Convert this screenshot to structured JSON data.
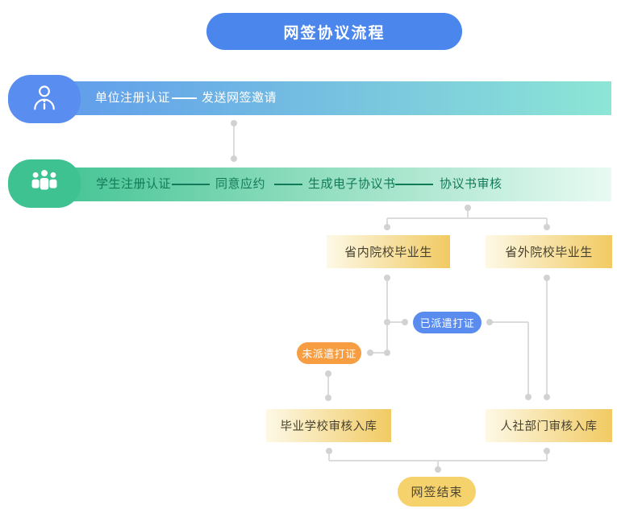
{
  "title": {
    "label": "网签协议流程"
  },
  "rows": [
    {
      "name": "unit-row",
      "icon": "person-icon",
      "steps": [
        {
          "label": "单位注册认证"
        },
        {
          "label": "发送网签邀请"
        }
      ]
    },
    {
      "name": "student-row",
      "icon": "group-icon",
      "steps": [
        {
          "label": "学生注册认证"
        },
        {
          "label": "同意应约"
        },
        {
          "label": "生成电子协议书"
        },
        {
          "label": "协议书审核"
        }
      ]
    }
  ],
  "branches": {
    "in_province": {
      "label": "省内院校毕业生"
    },
    "out_province": {
      "label": "省外院校毕业生"
    }
  },
  "status": {
    "dispatched": {
      "label": "已派遣打证"
    },
    "not_dispatched": {
      "label": "未派遣打证"
    }
  },
  "review": {
    "school": {
      "label": "毕业学校审核入库"
    },
    "hr": {
      "label": "人社部门审核入库"
    }
  },
  "end": {
    "label": "网签结束"
  },
  "colors": {
    "title_blue": "#4A86EC",
    "tab_blue": "#5A8DF0",
    "bar_blue_gradient": [
      "#5F9BEC",
      "#8CE6D5"
    ],
    "tab_green": "#3FC291",
    "bar_green_gradient": [
      "#41C392",
      "#E8FAF2"
    ],
    "green_bar_text": "#127A59",
    "gold_box_gradient": [
      "#FDF9E6",
      "#F1CA62"
    ],
    "pill_blue": "#5A8CF0",
    "pill_orange": "#F79D42",
    "pill_yellow": "#F6D26C",
    "connector_gray": "#DCDCDC"
  }
}
